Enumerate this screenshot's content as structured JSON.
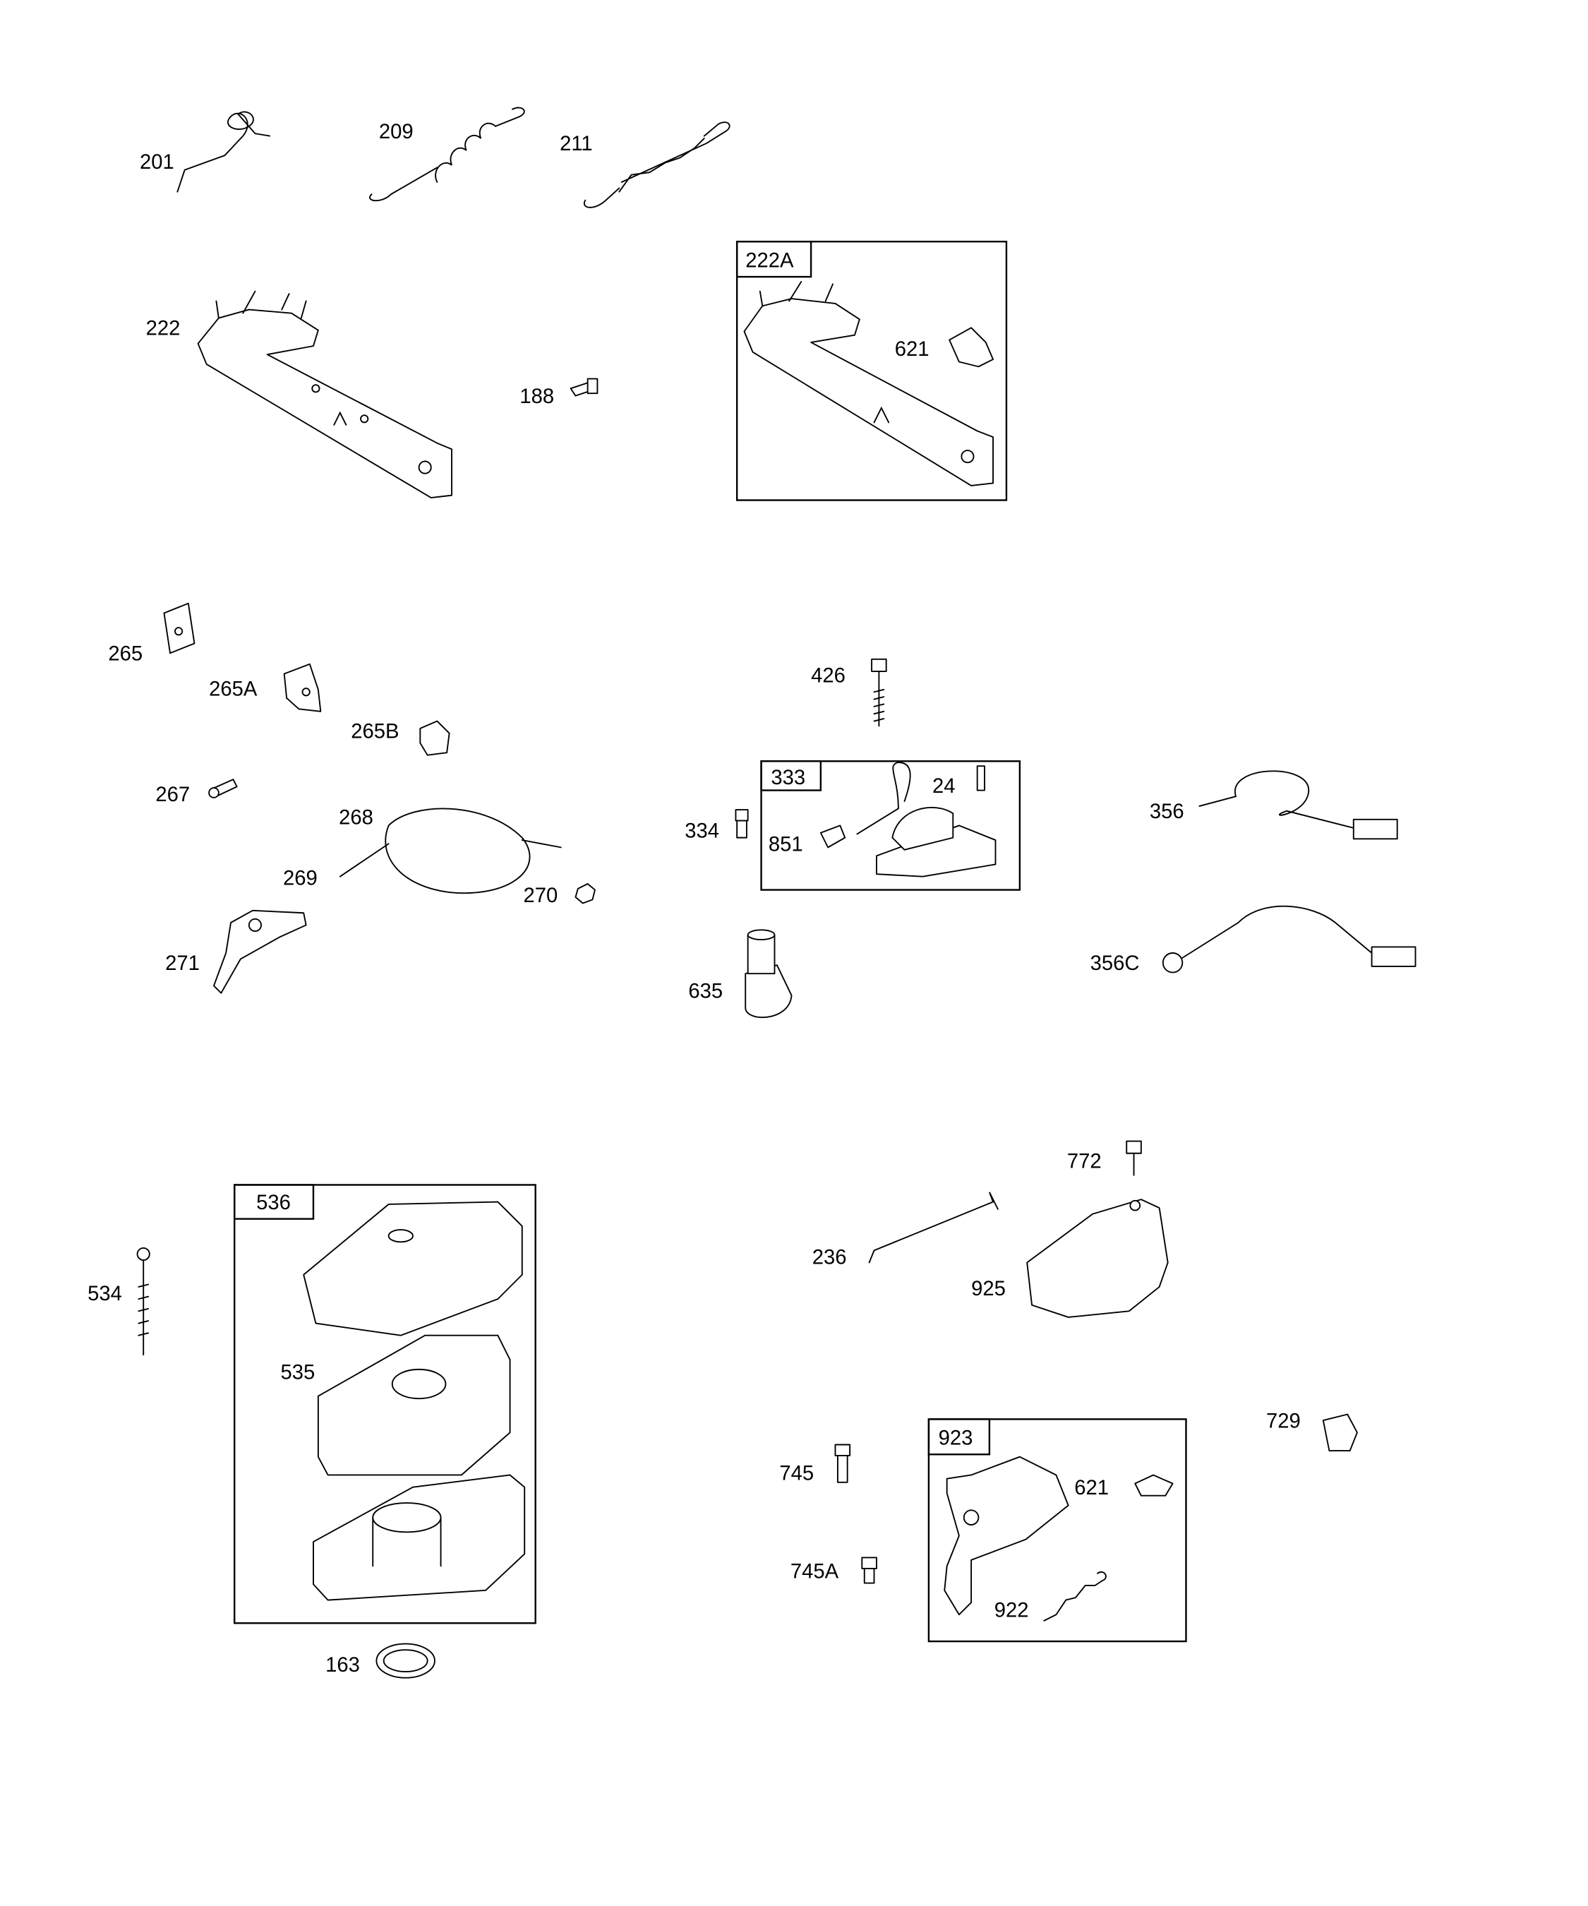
{
  "diagram": {
    "labels": {
      "p201": "201",
      "p209": "209",
      "p211": "211",
      "p222": "222",
      "p188": "188",
      "p621a": "621",
      "p265": "265",
      "p265A": "265A",
      "p265B": "265B",
      "p267": "267",
      "p268": "268",
      "p269": "269",
      "p270": "270",
      "p271": "271",
      "p426": "426",
      "p24": "24",
      "p334": "334",
      "p851": "851",
      "p635": "635",
      "p356": "356",
      "p356C": "356C",
      "p534": "534",
      "p535": "535",
      "p163": "163",
      "p772": "772",
      "p236": "236",
      "p925": "925",
      "p729": "729",
      "p745": "745",
      "p745A": "745A",
      "p621b": "621",
      "p922": "922"
    },
    "kits": {
      "k222A": "222A",
      "k333": "333",
      "k536": "536",
      "k923": "923"
    }
  }
}
